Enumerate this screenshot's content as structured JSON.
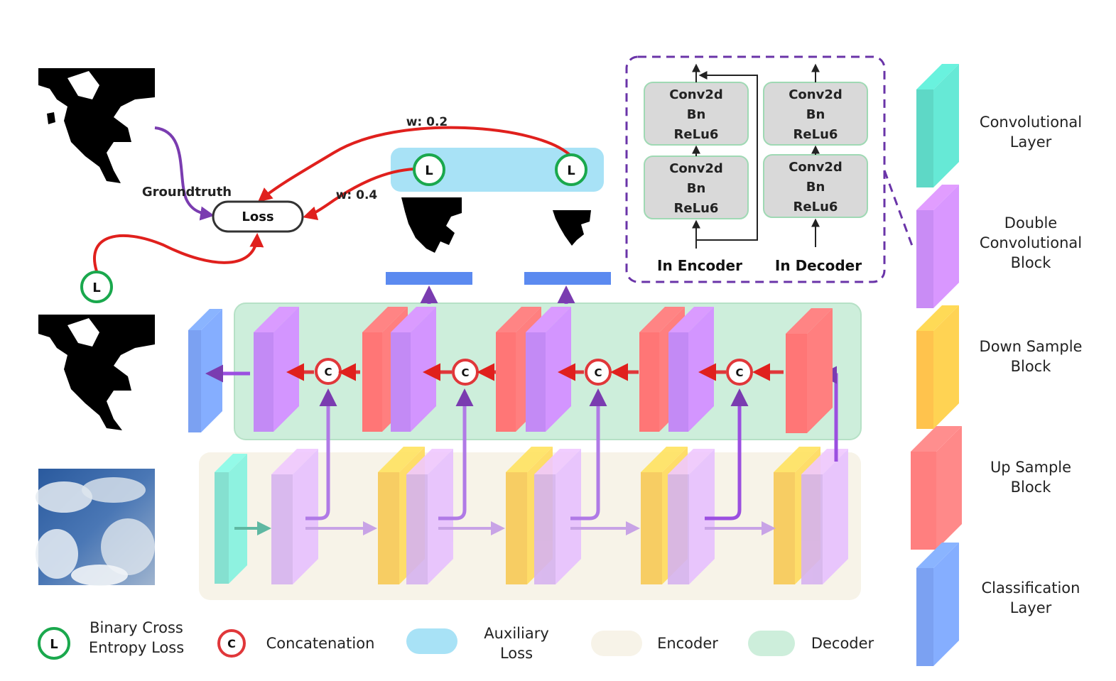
{
  "loss": {
    "loss_box_label": "Loss",
    "groundtruth_label": "Groundtruth",
    "weight_far": "w: 0.2",
    "weight_near": "w: 0.4"
  },
  "symbols": {
    "loss_symbol": "L",
    "concat_symbol": "C"
  },
  "detail": {
    "encoder_block": [
      "Conv2d",
      "Bn",
      "ReLu6",
      "Conv2d",
      "Bn",
      "ReLu6"
    ],
    "decoder_block": [
      "Conv2d",
      "Bn",
      "ReLu6",
      "Conv2d",
      "Bn",
      "ReLu6"
    ],
    "encoder_caption": "In Encoder",
    "decoder_caption": "In Decoder"
  },
  "block_legend": [
    {
      "label": "Convolutional\nLayer",
      "color": "#5ed8c6"
    },
    {
      "label": "Double\nConvolutional\nBlock",
      "color": "#c98cf5"
    },
    {
      "label": "Down Sample\nBlock",
      "color": "#ffc34d"
    },
    {
      "label": "Up Sample\nBlock",
      "color": "#ff7f7f"
    },
    {
      "label": "Classification\nLayer",
      "color": "#7ba1f2"
    }
  ],
  "bottom_legend": {
    "loss_label": "Binary Cross\nEntropy Loss",
    "concat_label": "Concatenation",
    "aux_label": "Auxiliary\nLoss",
    "encoder_label": "Encoder",
    "decoder_label": "Decoder"
  },
  "colors": {
    "encoder_bg": "#f7f3e8",
    "decoder_bg": "#cdeedb",
    "aux_bg": "#a8e2f6",
    "arrow_red": "#e0201d",
    "arrow_purple": "#7a3cb0",
    "loss_circle": "#1aa84d"
  }
}
